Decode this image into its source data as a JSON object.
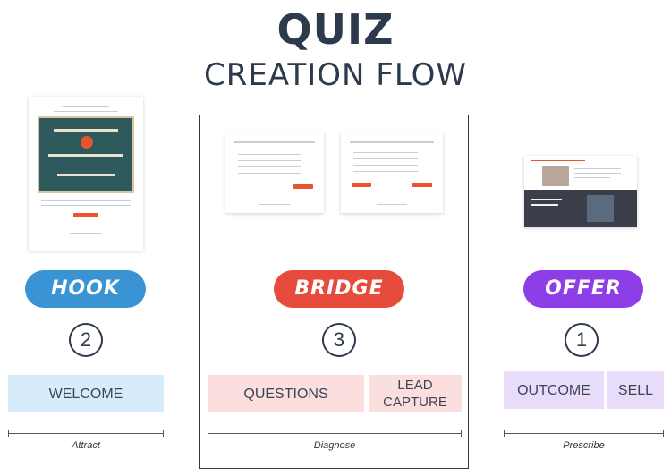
{
  "title": {
    "line1": "QUIZ",
    "line2": "CREATION FLOW"
  },
  "colors": {
    "hook": "#3a94d4",
    "bridge": "#e74b3c",
    "offer": "#8e3ee6",
    "text": "#2c3a4b"
  },
  "stages": {
    "hook": {
      "label": "HOOK",
      "step": "2",
      "boxes": [
        "WELCOME"
      ],
      "caption": "Attract"
    },
    "bridge": {
      "label": "BRIDGE",
      "step": "3",
      "boxes": [
        "QUESTIONS",
        "LEAD\nCAPTURE"
      ],
      "caption": "Diagnose"
    },
    "offer": {
      "label": "OFFER",
      "step": "1",
      "boxes": [
        "OUTCOME",
        "SELL"
      ],
      "caption": "Prescribe"
    }
  },
  "thumbnails": {
    "hook": {
      "icon": "platform-assessment-poster-icon"
    },
    "bridge_q1": {
      "icon": "quiz-question-page-icon"
    },
    "bridge_q2": {
      "icon": "quiz-question-page-icon"
    },
    "offer": {
      "icon": "sales-page-icon"
    }
  }
}
